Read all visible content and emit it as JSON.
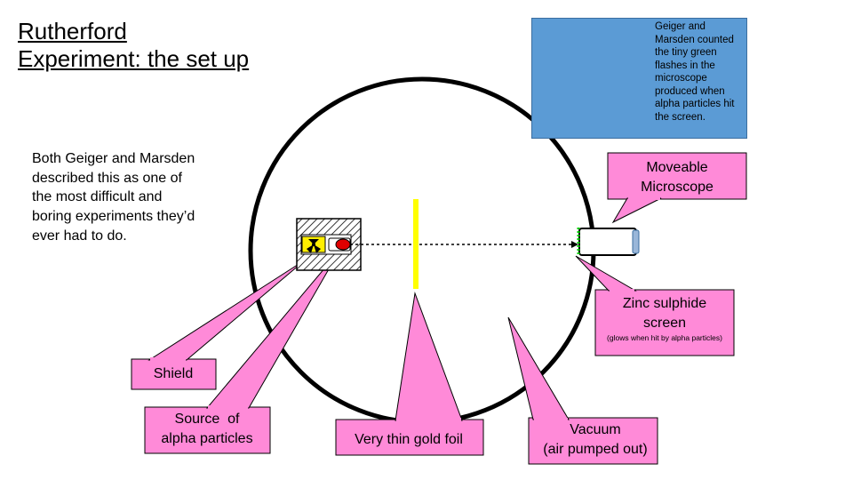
{
  "title": {
    "line1": "Rutherford",
    "line2": "Experiment: the set up"
  },
  "intro_text": "Both Geiger and Marsden described this as one of the most difficult and boring experiments they’d ever had to do.",
  "inset": {
    "note": "Geiger and Marsden counted the tiny green flashes in the microscope produced when alpha particles hit the screen."
  },
  "callouts": {
    "microscope": {
      "line1": "Moveable",
      "line2": "Microscope"
    },
    "zinc_screen": {
      "line1": "Zinc sulphide",
      "line2": "screen",
      "note": "(glows when hit by alpha particles)"
    },
    "shield": "Shield",
    "source": {
      "line1": "Source  of",
      "line2": "alpha particles"
    },
    "gold_foil": "Very thin gold foil",
    "vacuum": {
      "line1": "Vacuum",
      "line2": "(air pumped out)"
    }
  },
  "colors": {
    "callout_fill": "#ff8ad8",
    "inset_background": "#5b9bd5",
    "foil": "#ffff00",
    "flash": "#00cc00",
    "source_body": "#e00000",
    "radiation_symbol": "#ffee00"
  },
  "icons": {
    "radiation": "radiation-trefoil-icon"
  }
}
